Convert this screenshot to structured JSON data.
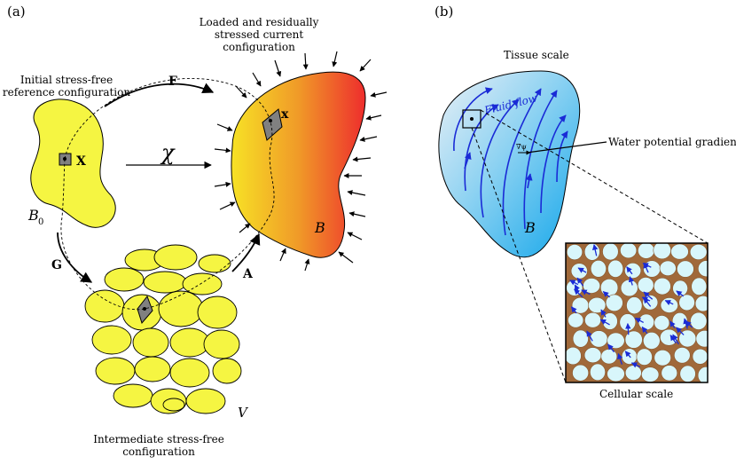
{
  "panel_a": {
    "label": "(a)",
    "reference_config": [
      "Initial stress-free",
      "reference configuration"
    ],
    "current_config": [
      "Loaded and residually",
      "stressed current",
      "configuration"
    ],
    "intermediate_config": [
      "Intermediate stress-free",
      "configuration"
    ],
    "map_F": "F",
    "map_G": "G",
    "map_A": "A",
    "map_chi": "χ",
    "point_X": "X",
    "point_x": "x",
    "body_ref": "B",
    "body_ref_sub": "0",
    "body_cur": "B",
    "body_int": "V",
    "colors": {
      "yellow": "#f5f542",
      "orange": "#f0a020",
      "red": "#f02828",
      "gray": "#808080"
    }
  },
  "panel_b": {
    "label": "(b)",
    "tissue_scale": "Tissue scale",
    "fluid_flow": "Fluid flow",
    "water_potential": "Water potential gradient",
    "body": "B",
    "cellular_scale": "Cellular scale",
    "colors": {
      "tissue_light": "#e6f0fa",
      "tissue_dark": "#1aa8e8",
      "flow": "#1a2bd6",
      "cell_wall": "#a0693a",
      "cell_fill": "#d8f6fb"
    }
  }
}
